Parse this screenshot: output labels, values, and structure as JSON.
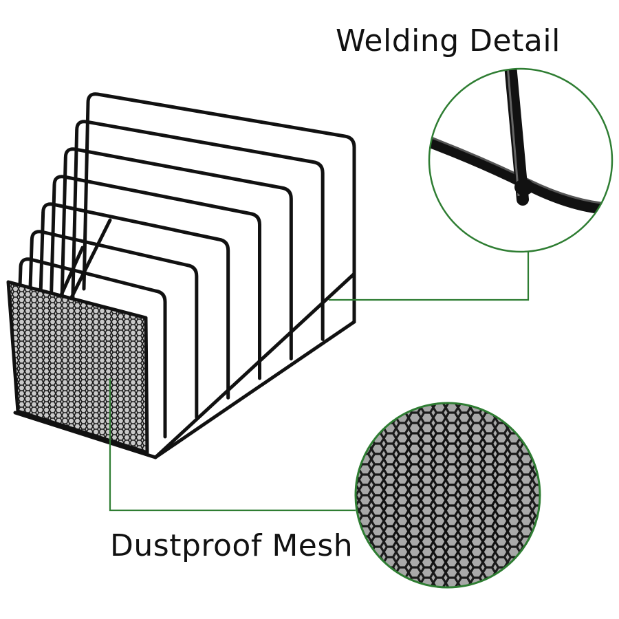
{
  "callouts": {
    "welding": {
      "label": "Welding Detail"
    },
    "mesh": {
      "label": "Dustproof Mesh"
    }
  },
  "colors": {
    "background": "#ffffff",
    "wire": "#111111",
    "callout_line": "#2e7d32",
    "mesh_fill": "#1a1a1a",
    "mesh_highlight": "#b5b5b5"
  },
  "illustration": {
    "product": "wire-file-organizer-icon",
    "slot_count": 7
  }
}
